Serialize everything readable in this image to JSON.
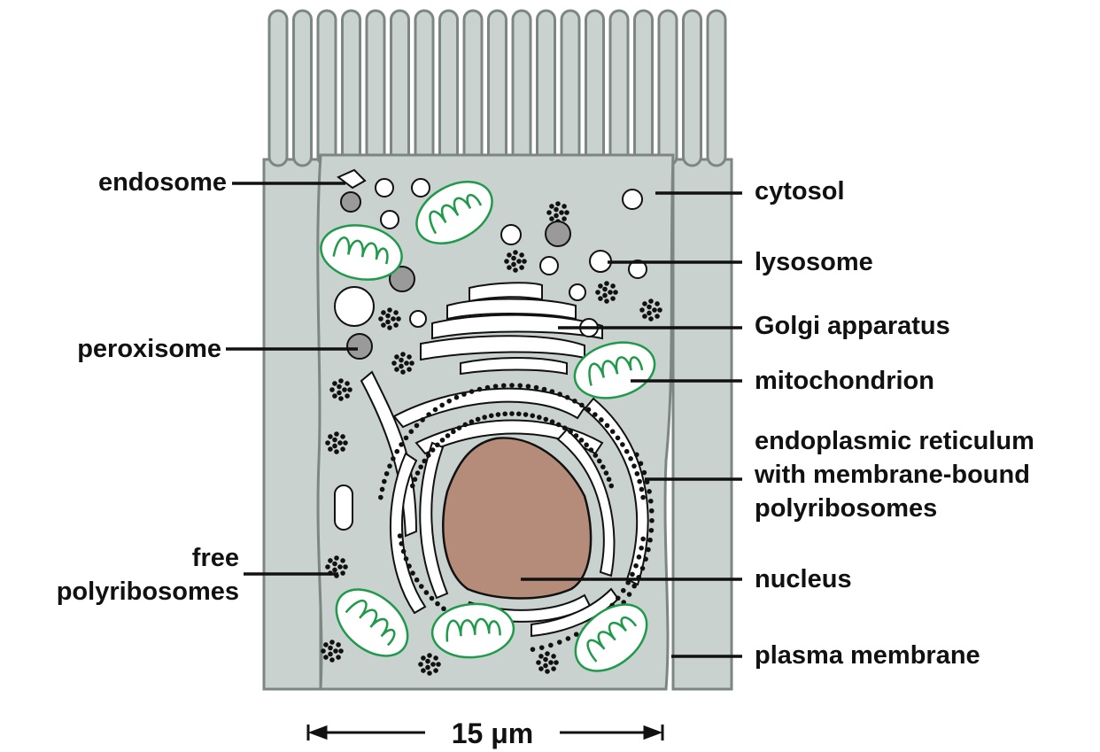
{
  "colors": {
    "cytoplasm": "#c9d2ce",
    "outline": "#7d8782",
    "nucleus": "#b58b79",
    "mitochondrion": "#1f9a4a",
    "ribosome": "#111111",
    "label": "#111111"
  },
  "labels": {
    "endosome": "endosome",
    "peroxisome": "peroxisome",
    "free_polyribosomes_1": "free",
    "free_polyribosomes_2": "polyribosomes",
    "cytosol": "cytosol",
    "lysosome": "lysosome",
    "golgi": "Golgi apparatus",
    "mitochondrion": "mitochondrion",
    "er_1": "endoplasmic reticulum",
    "er_2": "with membrane-bound",
    "er_3": "polyribosomes",
    "nucleus": "nucleus",
    "plasma_membrane": "plasma membrane"
  },
  "scale_bar": {
    "label": "15 μm"
  }
}
